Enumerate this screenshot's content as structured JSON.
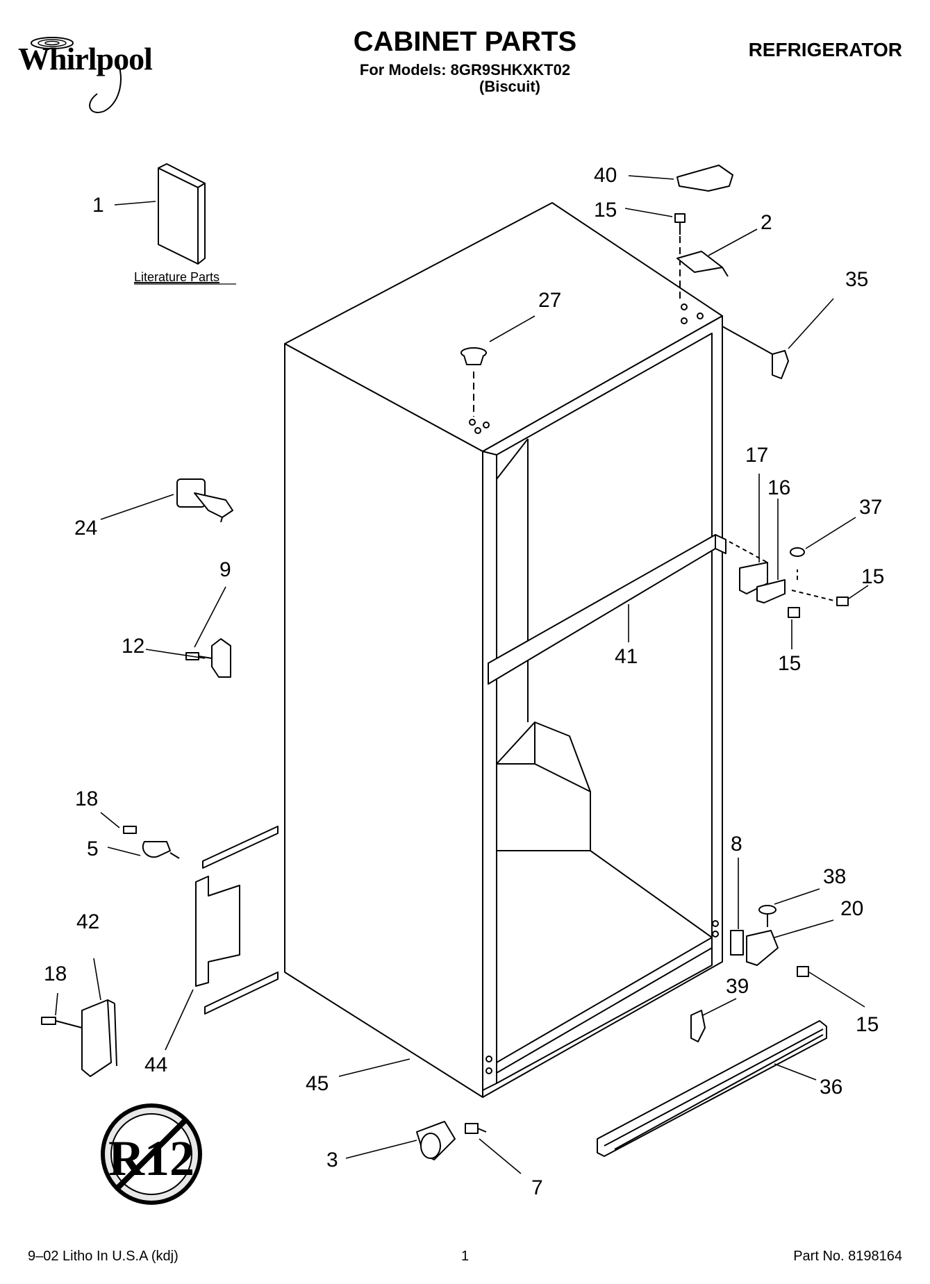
{
  "header": {
    "logo_text": "Whirlpool",
    "title": "CABINET PARTS",
    "subtitle_models": "For Models: 8GR9SHKXKT02",
    "subtitle_color": "(Biscuit)",
    "category": "REFRIGERATOR"
  },
  "diagram": {
    "literature_label": "Literature Parts",
    "callouts": [
      "1",
      "40",
      "15",
      "2",
      "35",
      "27",
      "24",
      "9",
      "12",
      "17",
      "16",
      "37",
      "15",
      "15",
      "41",
      "18",
      "5",
      "42",
      "18",
      "44",
      "8",
      "38",
      "20",
      "39",
      "15",
      "45",
      "36",
      "3",
      "7"
    ],
    "badge_text": "R12"
  },
  "footer": {
    "litho": "9–02 Litho In U.S.A (kdj)",
    "page_number": "1",
    "part_number": "Part No. 8198164"
  },
  "icons": {
    "logo": "whirlpool-logo-icon",
    "no_r12": "no-r12-icon"
  }
}
